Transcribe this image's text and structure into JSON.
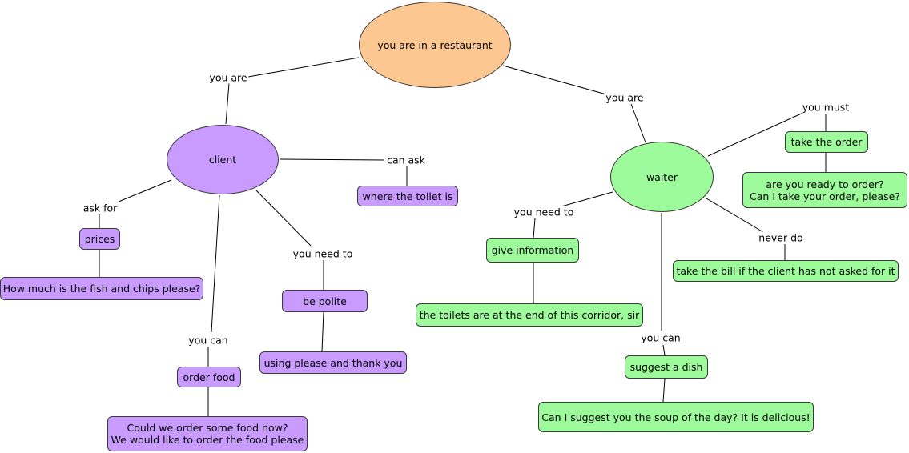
{
  "nodes": {
    "restaurant": "you are in a restaurant",
    "client": "client",
    "waiter": "waiter",
    "toilet_question": "where the toilet is",
    "prices": "prices",
    "prices_question": "How much is the fish and chips please?",
    "be_polite": "be polite",
    "please_thanks": "using please and thank you",
    "order_food": "order food",
    "order_food_example": "Could we order some food now?\nWe would like to order the food please",
    "take_order": "take the order",
    "take_order_example": "are you ready to order?\nCan I  take your order, please?",
    "give_information": "give information",
    "toilets_answer": "the toilets are at the end of this corridor, sir",
    "bill_rule": "take the bill if the client has not asked for it",
    "suggest_dish": "suggest a dish",
    "suggest_dish_example": "Can I suggest you the soup of the day? It is delicious!"
  },
  "links": {
    "you_are_client": "you are",
    "you_are_waiter": "you are",
    "can_ask": "can ask",
    "ask_for": "ask for",
    "you_need_to_client": "you need to",
    "you_can_client": "you can",
    "you_must": "you must",
    "you_need_to_waiter": "you need to",
    "never_do": "never do",
    "you_can_waiter": "you can"
  },
  "colors": {
    "root": "#fcc791",
    "client_branch": "#c99bff",
    "waiter_branch": "#9dfb9b"
  }
}
